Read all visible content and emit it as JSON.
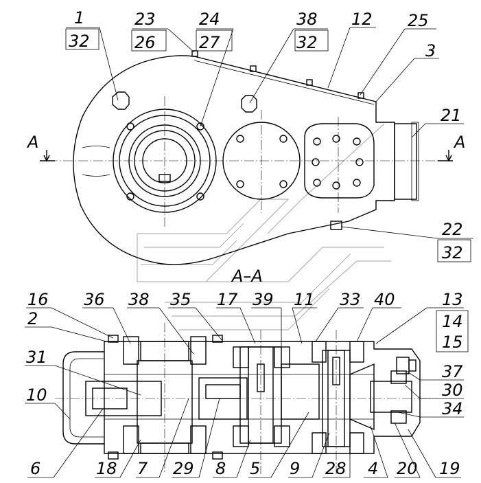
{
  "section_label": "A–A",
  "cut_marker": "A",
  "callouts": {
    "top": [
      {
        "id": "c1",
        "text": "1"
      },
      {
        "id": "c32a",
        "text": "32"
      },
      {
        "id": "c23",
        "text": "23"
      },
      {
        "id": "c26",
        "text": "26"
      },
      {
        "id": "c24",
        "text": "24"
      },
      {
        "id": "c27",
        "text": "27"
      },
      {
        "id": "c38a",
        "text": "38"
      },
      {
        "id": "c32b",
        "text": "32"
      },
      {
        "id": "c12",
        "text": "12"
      },
      {
        "id": "c25",
        "text": "25"
      },
      {
        "id": "c3",
        "text": "3"
      },
      {
        "id": "c21",
        "text": "21"
      },
      {
        "id": "c22",
        "text": "22"
      },
      {
        "id": "c32c",
        "text": "32"
      }
    ],
    "section": [
      {
        "id": "c16",
        "text": "16"
      },
      {
        "id": "c36",
        "text": "36"
      },
      {
        "id": "c38b",
        "text": "38"
      },
      {
        "id": "c35",
        "text": "35"
      },
      {
        "id": "c17",
        "text": "17"
      },
      {
        "id": "c39",
        "text": "39"
      },
      {
        "id": "c11",
        "text": "11"
      },
      {
        "id": "c33",
        "text": "33"
      },
      {
        "id": "c40",
        "text": "40"
      },
      {
        "id": "c13",
        "text": "13"
      },
      {
        "id": "c14",
        "text": "14"
      },
      {
        "id": "c15",
        "text": "15"
      },
      {
        "id": "c2",
        "text": "2"
      },
      {
        "id": "c31",
        "text": "31"
      },
      {
        "id": "c10",
        "text": "10"
      },
      {
        "id": "c37",
        "text": "37"
      },
      {
        "id": "c30",
        "text": "30"
      },
      {
        "id": "c34",
        "text": "34"
      }
    ],
    "bottom": [
      {
        "id": "c6",
        "text": "6"
      },
      {
        "id": "c18",
        "text": "18"
      },
      {
        "id": "c7",
        "text": "7"
      },
      {
        "id": "c29",
        "text": "29"
      },
      {
        "id": "c8",
        "text": "8"
      },
      {
        "id": "c5",
        "text": "5"
      },
      {
        "id": "c9",
        "text": "9"
      },
      {
        "id": "c28",
        "text": "28"
      },
      {
        "id": "c4",
        "text": "4"
      },
      {
        "id": "c20",
        "text": "20"
      },
      {
        "id": "c19",
        "text": "19"
      }
    ]
  }
}
